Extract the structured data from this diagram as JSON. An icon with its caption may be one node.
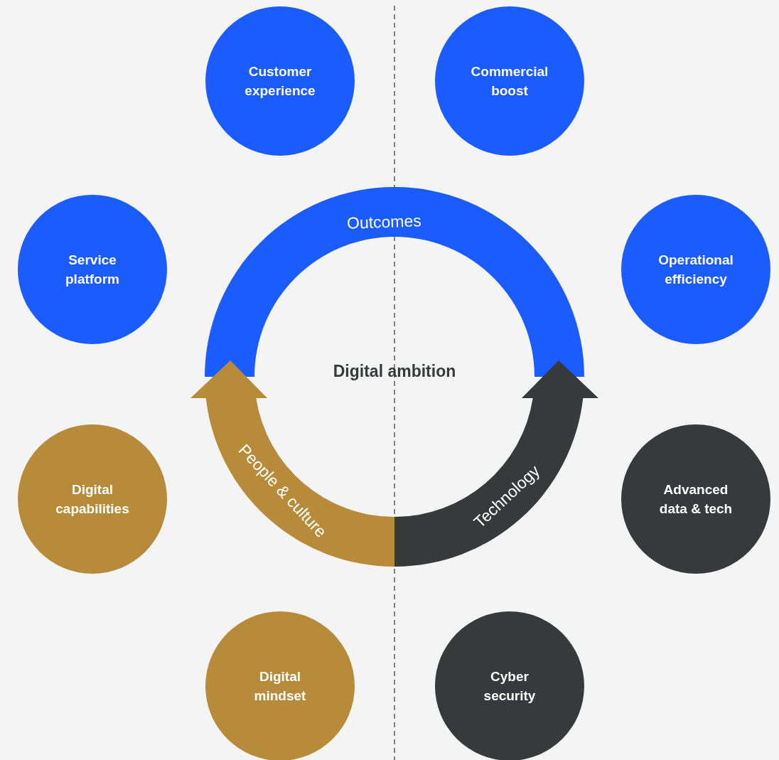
{
  "diagram": {
    "nodes": [
      {
        "text": [
          "Customer experience"
        ]
      },
      {
        "text": [
          "Commercial boost"
        ]
      },
      {
        "text": [
          "Service platform"
        ]
      },
      {
        "text": [
          "Outcomes"
        ]
      },
      {
        "text": [
          "Operational efficiency"
        ]
      },
      {
        "text": [
          "Digital capabilities"
        ]
      },
      {
        "text": [
          "People & culture"
        ]
      },
      {
        "text": [
          "Technology"
        ]
      },
      {
        "text": [
          "Advanced data & tech"
        ]
      },
      {
        "text": [
          "Digital mindset"
        ]
      },
      {
        "text": [
          "Cyber security"
        ]
      }
    ],
    "labels": [
      "Digital ambition"
    ]
  }
}
